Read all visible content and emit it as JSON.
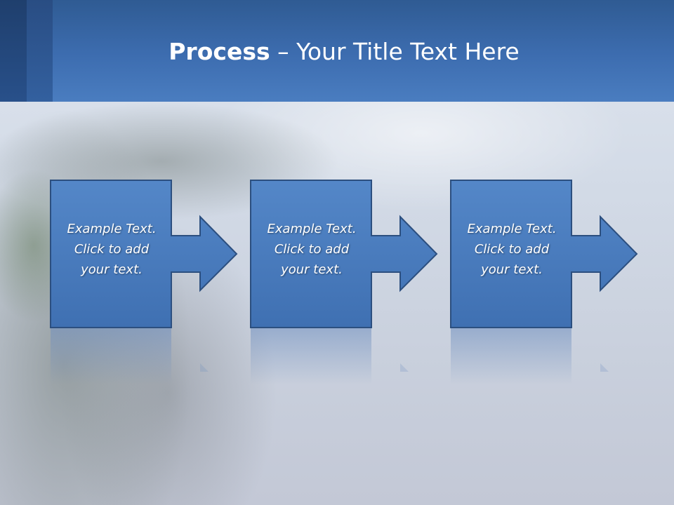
{
  "title": {
    "bold": "Process",
    "rest": " – Your Title Text Here"
  },
  "steps": [
    {
      "line1": "Example Text.",
      "line2": "Click  to add",
      "line3": "your text."
    },
    {
      "line1": "Example Text.",
      "line2": "Click  to add",
      "line3": "your text."
    },
    {
      "line1": "Example Text.",
      "line2": "Click  to add",
      "line3": "your text."
    }
  ],
  "colors": {
    "header": "#3d6db0",
    "shape_fill": "#4a7cbf",
    "shape_border": "#2c4f7f"
  }
}
